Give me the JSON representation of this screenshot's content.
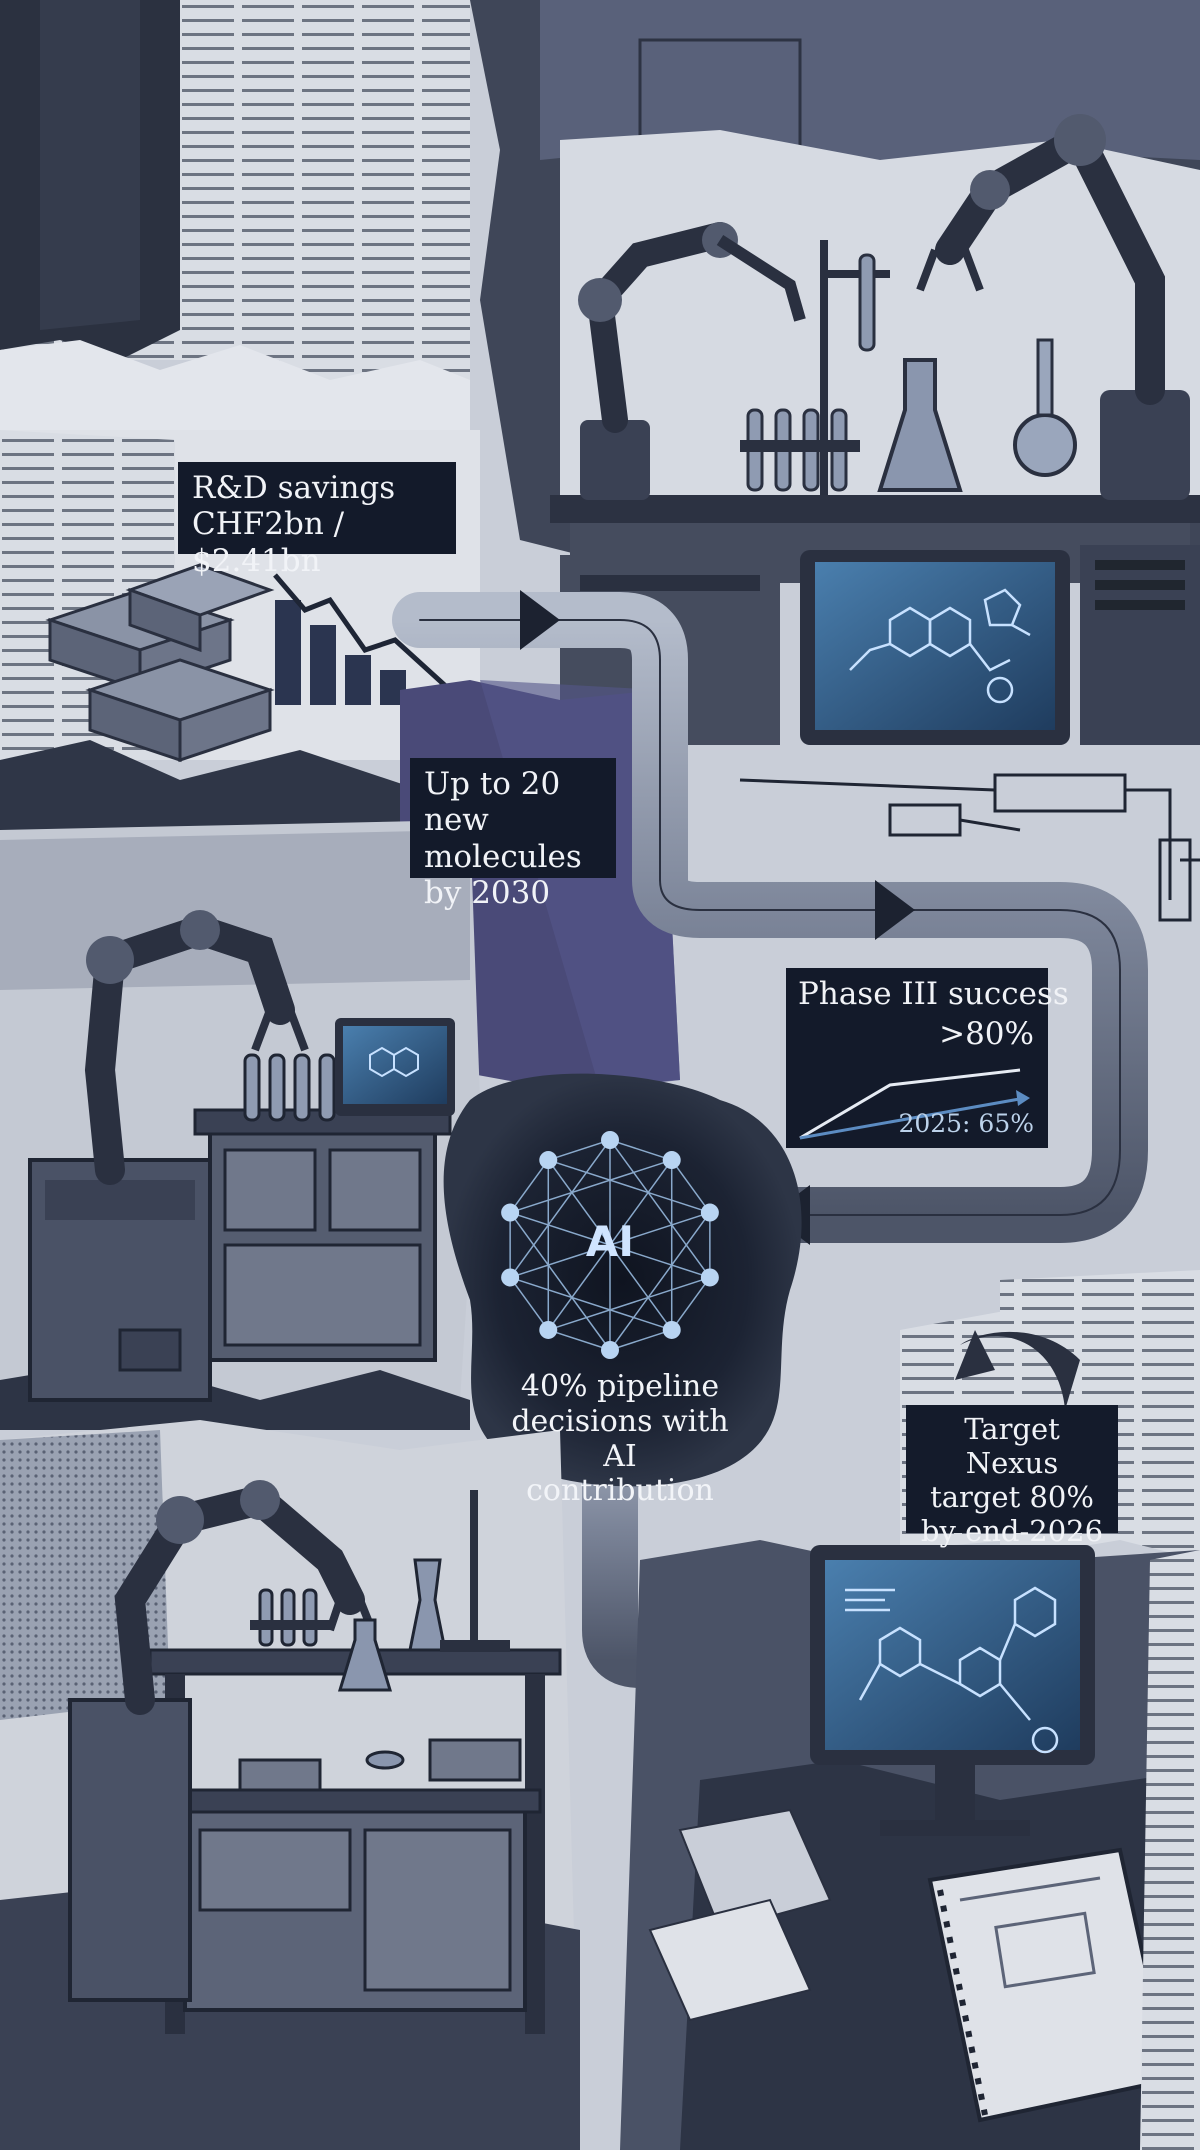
{
  "labels": {
    "rd_line1": "R&D savings",
    "rd_line2": "CHF2bn / $2.41bn",
    "molecules_line1": "Up to 20 new",
    "molecules_line2": "molecules",
    "molecules_line3": "by 2030",
    "phase3_title": "Phase III success",
    "phase3_target": ">80%",
    "phase3_baseline": "2025: 65%",
    "ai_node": "AI",
    "ai_line1": "40% pipeline",
    "ai_line2": "decisions with AI",
    "ai_line3": "contribution",
    "nexus_line1": "Target Nexus",
    "nexus_line2": "target 80%",
    "nexus_line3": "by end-2026"
  },
  "colors": {
    "ink_dark": "#131a2a",
    "paper": "#d8dce4",
    "accent_purple": "#4a4a78",
    "screen_blue": "#3c6f9c",
    "label_text": "#f1f3f7"
  },
  "icons": [
    "robot-arm-icon",
    "money-stack-icon",
    "declining-bar-chart-icon",
    "molecule-screen-icon",
    "pipe-arrow-icon",
    "ai-network-icon",
    "curved-arrow-icon",
    "notebook-icon"
  ]
}
